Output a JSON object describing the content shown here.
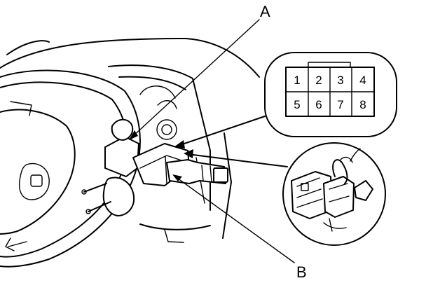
{
  "callouts": {
    "a": "A",
    "b": "B"
  },
  "connector": {
    "pins_top": [
      "1",
      "2",
      "3",
      "4"
    ],
    "pins_bottom": [
      "5",
      "6",
      "7",
      "8"
    ]
  }
}
